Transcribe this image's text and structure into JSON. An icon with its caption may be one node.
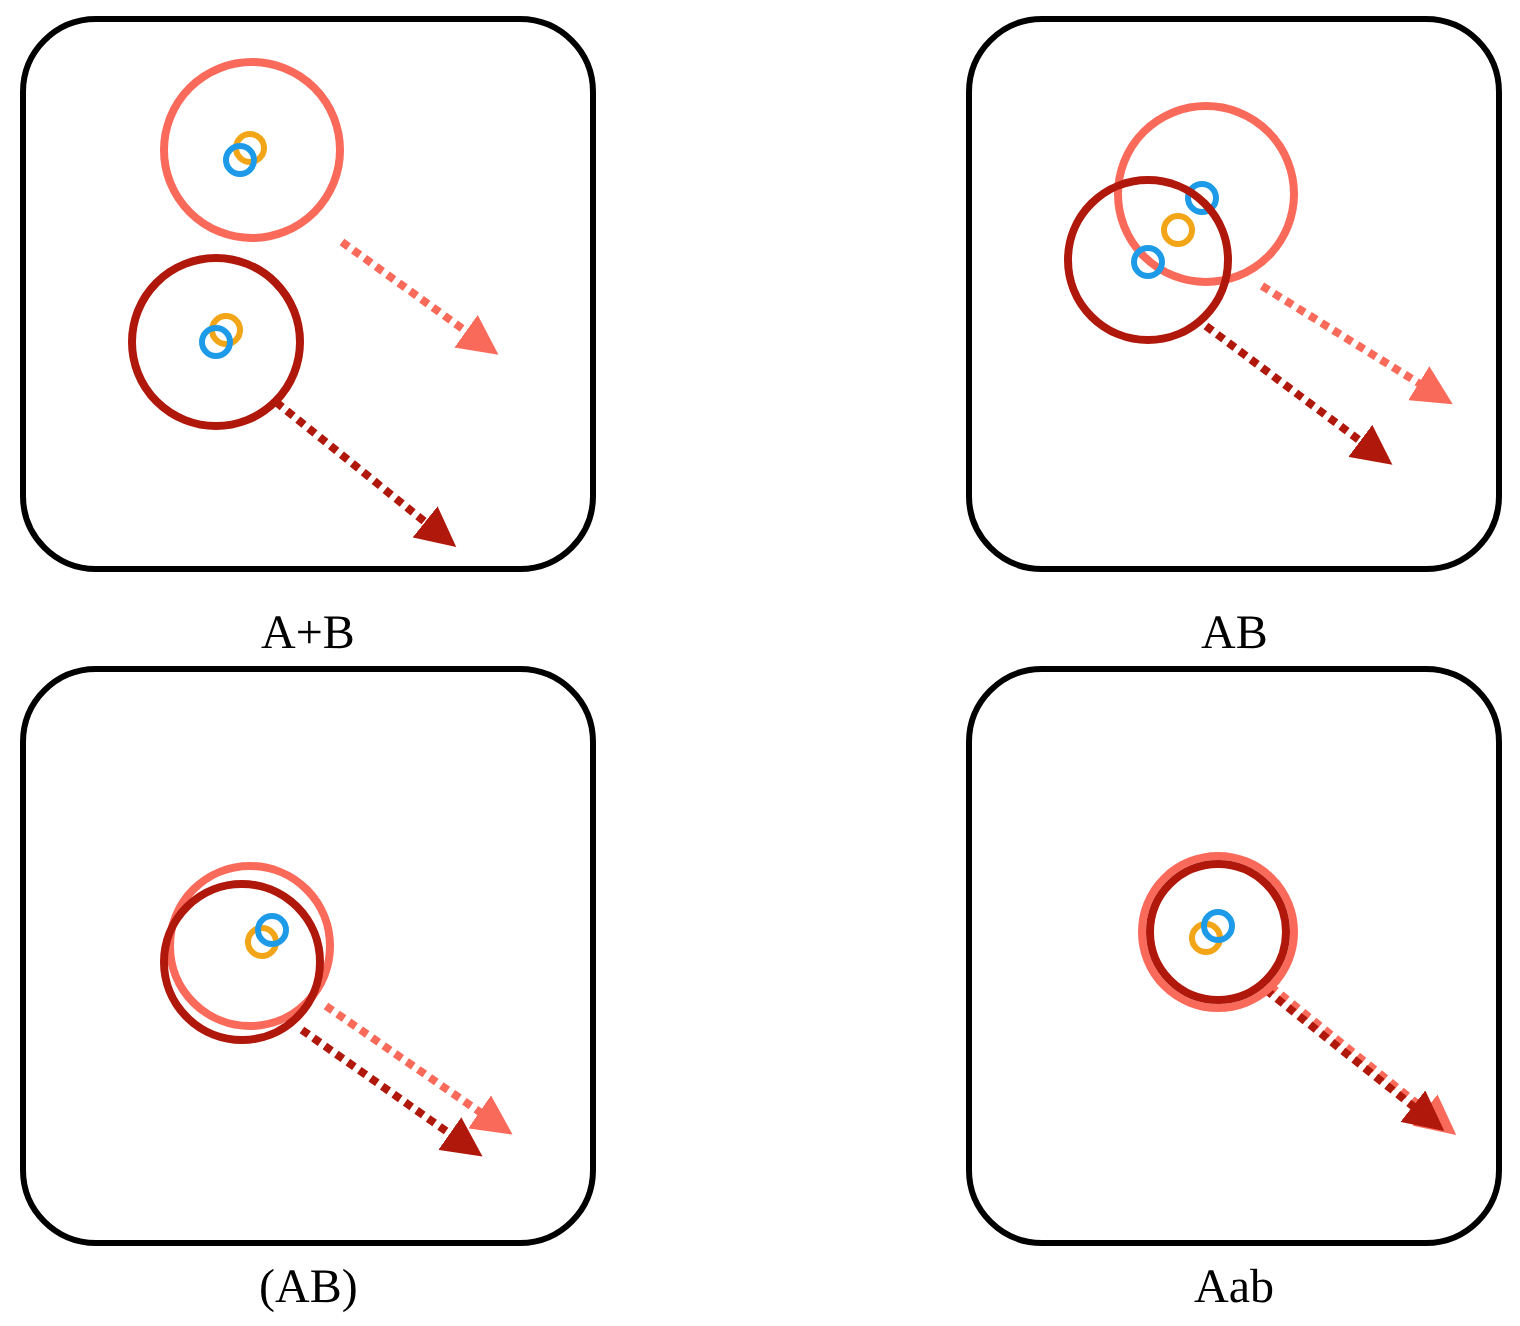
{
  "diagram": {
    "nodes": [
      {
        "text": [],
        "shape": "box",
        "beside": [
          "A+B"
        ]
      },
      {
        "text": [],
        "shape": "box",
        "beside": [
          "AB"
        ]
      },
      {
        "text": [],
        "shape": "box",
        "beside": [
          "(AB)"
        ]
      },
      {
        "text": [],
        "shape": "box",
        "beside": [
          "Aab"
        ]
      }
    ]
  }
}
